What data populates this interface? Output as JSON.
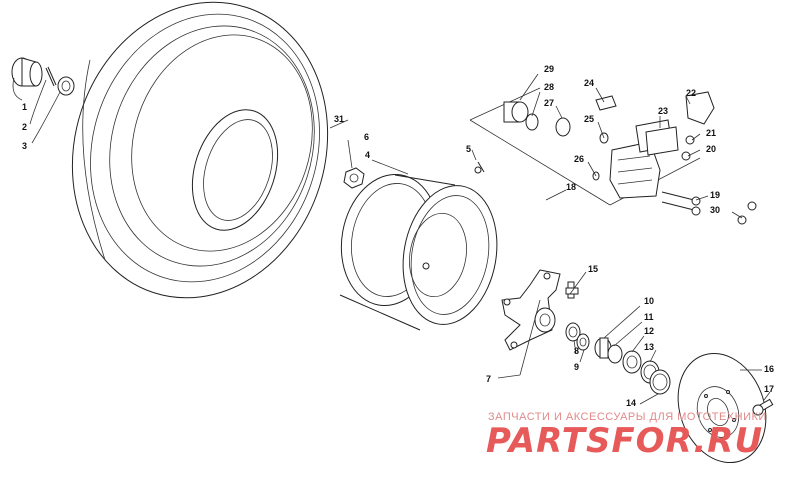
{
  "diagram": {
    "callouts": {
      "c1": "1",
      "c2": "2",
      "c3": "3",
      "c4": "4",
      "c5": "5",
      "c6": "6",
      "c7": "7",
      "c8": "8",
      "c9": "9",
      "c10": "10",
      "c11": "11",
      "c12": "12",
      "c13": "13",
      "c14": "14",
      "c15": "15",
      "c16": "16",
      "c17": "17",
      "c18": "18",
      "c19": "19",
      "c20": "20",
      "c21": "21",
      "c22": "22",
      "c23": "23",
      "c24": "24",
      "c25": "25",
      "c26": "26",
      "c27": "27",
      "c28": "28",
      "c29": "29",
      "c30": "30",
      "c31": "31"
    }
  },
  "watermark": {
    "subtitle": "ЗАПЧАСТИ И АКСЕССУАРЫ ДЛЯ МОТОТЕХНИКИ",
    "brand": "PARTSFOR.RU"
  }
}
